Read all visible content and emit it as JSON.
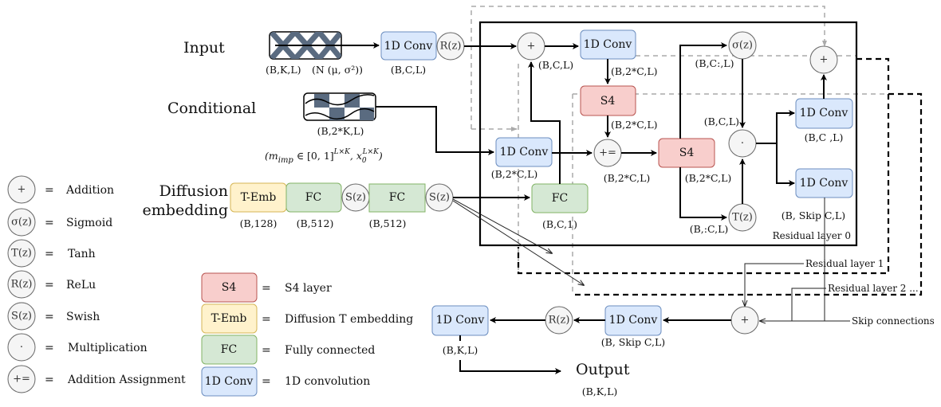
{
  "colors": {
    "conv": "#dae8fc",
    "s4": "#f8cecc",
    "temb": "#fff2cc",
    "fc": "#d5e8d4",
    "op": "#f5f5f5"
  },
  "inputs": {
    "input_label": "Input",
    "input_shape": "(B,K,L)",
    "input_dist": "(N (μ, σ²))",
    "cond_label": "Conditional",
    "cond_shape": "(B,2*K,L)",
    "math": {
      "open": "(",
      "m": "m",
      "imp": "imp",
      "in": " ∈ [0, 1]",
      "sup1": "L×K",
      "x": ", x",
      "sub0": "0",
      "sup2": "L×K",
      "close": ")"
    },
    "diff_label_1": "Diffusion",
    "diff_label_2": "embedding"
  },
  "nodes": {
    "conv": "1D Conv",
    "s4": "S4",
    "fc": "FC",
    "temb": "T-Emb",
    "relu": "R(z)",
    "swish": "S(z)",
    "sigmoid": "σ(z)",
    "tanh": "T(z)",
    "plus": "+",
    "mul": "·",
    "pluseq": "+="
  },
  "shapes": {
    "in_conv": "(B,C,L)",
    "temb": "(B,128)",
    "fc1": "(B,512)",
    "fc2": "(B,512)",
    "add": "(B,C,L)",
    "conv_top": "(B,2*C,L)",
    "s4_top": "(B,2*C,L)",
    "cond_conv": "(B,2*C,L)",
    "fc_res": "(B,C,1)",
    "pluseq": "(B,2*C,L)",
    "s4_mid": "(B,2*C,L)",
    "sig": "(B,C:,L)",
    "tanh": "(B,:C,L)",
    "mul_in": "(B,C,L)",
    "res_conv": "(B,C ,L)",
    "skip_conv": "(B, Skip C,L)",
    "out_conv": "(B, Skip C,L)",
    "final": "(B,K,L)",
    "output": "(B,K,L)"
  },
  "residual": {
    "layer0": "Residual layer 0",
    "layer1": "Residual layer 1",
    "layer2": "Residual layer 2 ...",
    "skip": "Skip connections"
  },
  "output_label": "Output",
  "legend": {
    "eq": "=",
    "ops": [
      {
        "sym": "+",
        "label": "Addition"
      },
      {
        "sym": "σ(z)",
        "label": "Sigmoid"
      },
      {
        "sym": "T(z)",
        "label": "Tanh"
      },
      {
        "sym": "R(z)",
        "label": "ReLu"
      },
      {
        "sym": "S(z)",
        "label": "Swish"
      },
      {
        "sym": "·",
        "label": "Multiplication"
      },
      {
        "sym": "+=",
        "label": "Addition Assignment"
      }
    ],
    "blocks": [
      {
        "sym": "S4",
        "label": "S4 layer"
      },
      {
        "sym": "T-Emb",
        "label": "Diffusion T embedding"
      },
      {
        "sym": "FC",
        "label": "Fully connected"
      },
      {
        "sym": "1D Conv",
        "label": "1D convolution"
      }
    ]
  }
}
